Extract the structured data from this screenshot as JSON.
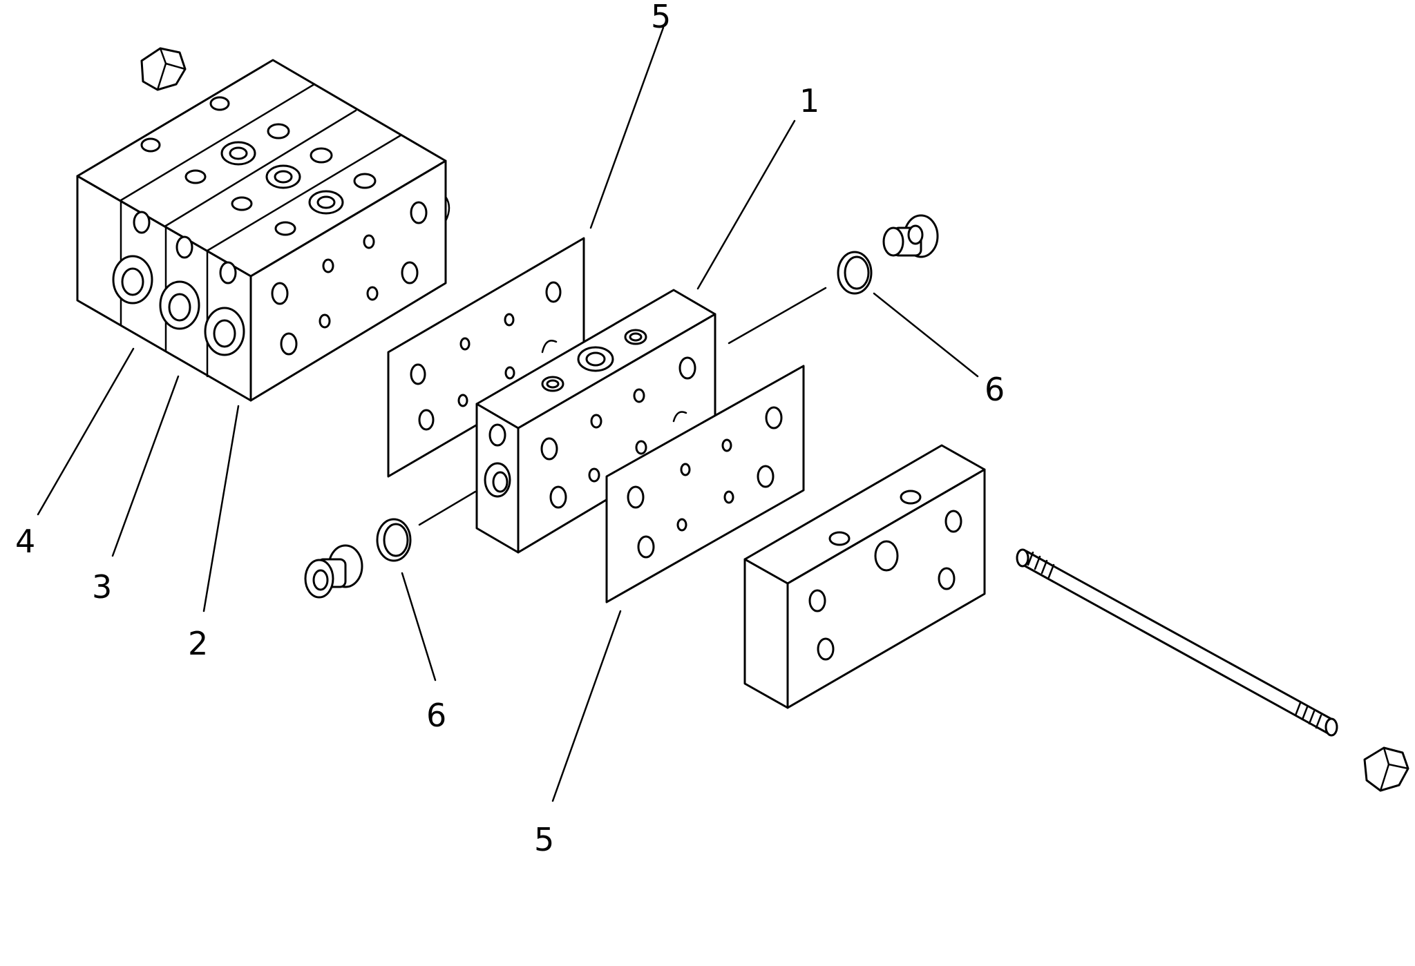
{
  "callouts": {
    "top_gasket": "5",
    "section_1": "1",
    "oring_right": "6",
    "section_4": "4",
    "section_3": "3",
    "section_2": "2",
    "oring_left": "6",
    "bottom_gasket": "5"
  },
  "colors": {
    "line": "#000000",
    "paper": "#ffffff"
  }
}
